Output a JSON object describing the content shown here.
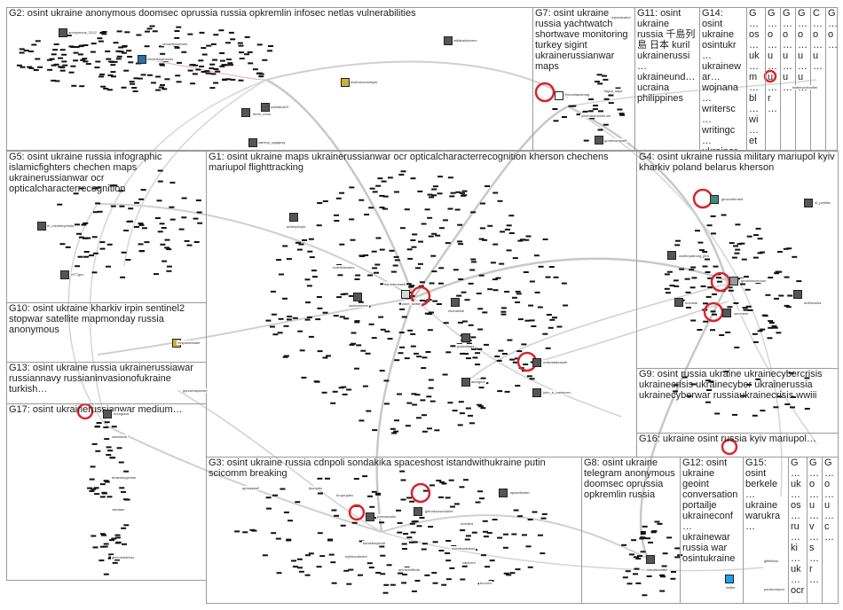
{
  "groups": [
    {
      "id": "G2",
      "label": "G2: osint ukraine anonymous doomsec oprussia russia opkremlin infosec netlas vulnerabilities"
    },
    {
      "id": "G7",
      "label": "G7: osint ukraine russia yachtwatch shortwave monitoring turkey sigint ukrainerussianwar maps"
    },
    {
      "id": "G11",
      "label": "G11: osint ukraine russia 千島列島 日本 kuril ukrainerussi… ukraineund… ucraina philippines"
    },
    {
      "id": "G14",
      "label": "G14: osint ukraine osintukr… ukrainewar… wojnana… writersc… writingc… ukrainer…"
    },
    {
      "id": "G15t",
      "label": "G… os… uk… m… bl… wi… et… ru…"
    },
    {
      "id": "Ga",
      "label": "G… o… u… u… r…"
    },
    {
      "id": "Gb",
      "label": "G… o… u… u…"
    },
    {
      "id": "Gc",
      "label": "G… o… u… u…"
    },
    {
      "id": "Gd",
      "label": "C… o… u…"
    },
    {
      "id": "Ge",
      "label": "G… o…"
    },
    {
      "id": "G5",
      "label": "G5: osint ukraine russia infographic islamicfighters chechen maps ukrainerussianwar ocr opticalcharacterrecognition"
    },
    {
      "id": "G1",
      "label": "G1: osint ukraine maps ukrainerussianwar ocr opticalcharacterrecognition kherson chechens mariupol flighttracking"
    },
    {
      "id": "G4",
      "label": "G4: osint ukraine russia military mariupol kyiv kharkiv poland belarus kherson"
    },
    {
      "id": "G10",
      "label": "G10: osint ukraine kharkiv irpin sentinel2 stopwar satellite mapmonday russia anonymous"
    },
    {
      "id": "G13",
      "label": "G13: osint ukraine russia ukrainerussiawar russiannavy russianinvasionofukraine turkish…"
    },
    {
      "id": "G9",
      "label": "G9: osint russia ukraine ukrainecybercrisis ukrainecrisis ukrainecyber ukrainerussia ukrainecyberwar russiaukrainecrisis wwiii"
    },
    {
      "id": "G17",
      "label": "G17: osint ukrainerussianwar medium…"
    },
    {
      "id": "G16",
      "label": "G16: ukraine osint russia kyiv mariupol…"
    },
    {
      "id": "G3",
      "label": "G3: osint ukraine russia cdnpoli sondakika spaceshost istandwithukraine putin scicomm breaking"
    },
    {
      "id": "G8",
      "label": "G8: osint ukraine telegram anonymous doomsec oprussia opkremlin russia"
    },
    {
      "id": "G12",
      "label": "G12: osint ukraine geoint conversation portailje ukraineconf… ukrainewar russia war osintukraine"
    },
    {
      "id": "G15",
      "label": "G15: osint berkele… ukraine warukra…"
    },
    {
      "id": "Gf",
      "label": "G… uk… os… ru… ki… uk… ocr … kh…"
    },
    {
      "id": "Gg",
      "label": "G… o… u… v… s… r…"
    },
    {
      "id": "Gh",
      "label": "G… o… u… c…"
    }
  ],
  "nodes": [
    {
      "id": "anonymous_2022",
      "label": "anonymous_2022"
    },
    {
      "id": "elloaristophenes",
      "label": "elloaristophenes"
    },
    {
      "id": "snowdenstream",
      "label": "snowdenstream"
    },
    {
      "id": "wikileaksfreeru",
      "label": "wikileaksfreeru"
    },
    {
      "id": "teachmoresimple",
      "label": "teachmoresimple"
    },
    {
      "id": "smitalina10",
      "label": "smitalina10"
    },
    {
      "id": "three_echo",
      "label": "three_echo"
    },
    {
      "id": "sammy_ugagnay",
      "label": "sammy_ugagnay"
    },
    {
      "id": "theunilatusmag",
      "label": "theunilatusmag"
    },
    {
      "id": "tagus_says",
      "label": "tagus_says"
    },
    {
      "id": "jointmissionsforum",
      "label": "jointmissionsforum"
    },
    {
      "id": "gunterwrightiff",
      "label": "gunterwrightiff"
    },
    {
      "id": "osintukraine",
      "label": "osintukraine"
    },
    {
      "id": "twitterprotrwitter",
      "label": "twitterprotrwitter"
    },
    {
      "id": "el_meshteyerista",
      "label": "el_meshteyerista"
    },
    {
      "id": "1977gev",
      "label": "1977gev"
    },
    {
      "id": "osint_twitter",
      "label": "osint_twitter"
    },
    {
      "id": "sanbombers",
      "label": "sanbombers"
    },
    {
      "id": "hotelfollowers",
      "label": "hotelfollowers"
    },
    {
      "id": "fiordotuneanti",
      "label": "fiordotuneanti"
    },
    {
      "id": "aubleyboyle",
      "label": "aubleyboyle"
    },
    {
      "id": "michaelsb",
      "label": "michaelsb"
    },
    {
      "id": "polantilaga",
      "label": "polantilaga"
    },
    {
      "id": "unitedaldeatoth",
      "label": "unitedaldeatoth"
    },
    {
      "id": "john_b_hartsmen",
      "label": "john_b_hartsmen"
    },
    {
      "id": "adurgeol",
      "label": "adurgeol"
    },
    {
      "id": "geoconfirmed",
      "label": "geoconfirmed"
    },
    {
      "id": "nl_perilles",
      "label": "nl_perilles"
    },
    {
      "id": "wolfenpatrong_jem",
      "label": "wolfenpatrong_jem"
    },
    {
      "id": "geosintoverloon",
      "label": "geosintoverloon"
    },
    {
      "id": "novobai",
      "label": "novobai"
    },
    {
      "id": "dofernarha",
      "label": "dofernarha"
    },
    {
      "id": "sunchem",
      "label": "sunchem"
    },
    {
      "id": "mlspamreader",
      "label": "mlspamreader"
    },
    {
      "id": "gunnersspectre",
      "label": "gunnersspectre"
    },
    {
      "id": "hourglass",
      "label": "hourglass"
    },
    {
      "id": "osintewar",
      "label": "osintewar"
    },
    {
      "id": "bhakohugenser",
      "label": "bhakohugenser"
    },
    {
      "id": "vardaan",
      "label": "vardaan"
    },
    {
      "id": "gtecmsharbus",
      "label": "gtecmsharbus"
    },
    {
      "id": "aphraskaff",
      "label": "aphraskaff"
    },
    {
      "id": "jbumpbs",
      "label": "jbumpbs"
    },
    {
      "id": "hroprupies",
      "label": "hroprupies"
    },
    {
      "id": "jcnewsradio",
      "label": "jcnewsradio"
    },
    {
      "id": "danielboytodd",
      "label": "danielboytodd"
    },
    {
      "id": "nyteksolander",
      "label": "nyteksolander"
    },
    {
      "id": "archiveofficial",
      "label": "archiveofficial"
    },
    {
      "id": "spacetfoster",
      "label": "spacetfoster"
    },
    {
      "id": "glennkruisedubhe",
      "label": "glennkruisedubhe"
    },
    {
      "id": "mobilea",
      "label": "mobilea"
    },
    {
      "id": "worldcanbalad",
      "label": "worldcanbalad"
    },
    {
      "id": "vapturrd",
      "label": "vapturrd"
    },
    {
      "id": "bcoctor",
      "label": "bcoctor"
    },
    {
      "id": "sstraticrwitter",
      "label": "sstraticrwitter"
    },
    {
      "id": "twitter",
      "label": "twitter"
    },
    {
      "id": "giffsilioss",
      "label": "giffsilioss"
    },
    {
      "id": "pardonreport",
      "label": "pardonreport"
    }
  ]
}
